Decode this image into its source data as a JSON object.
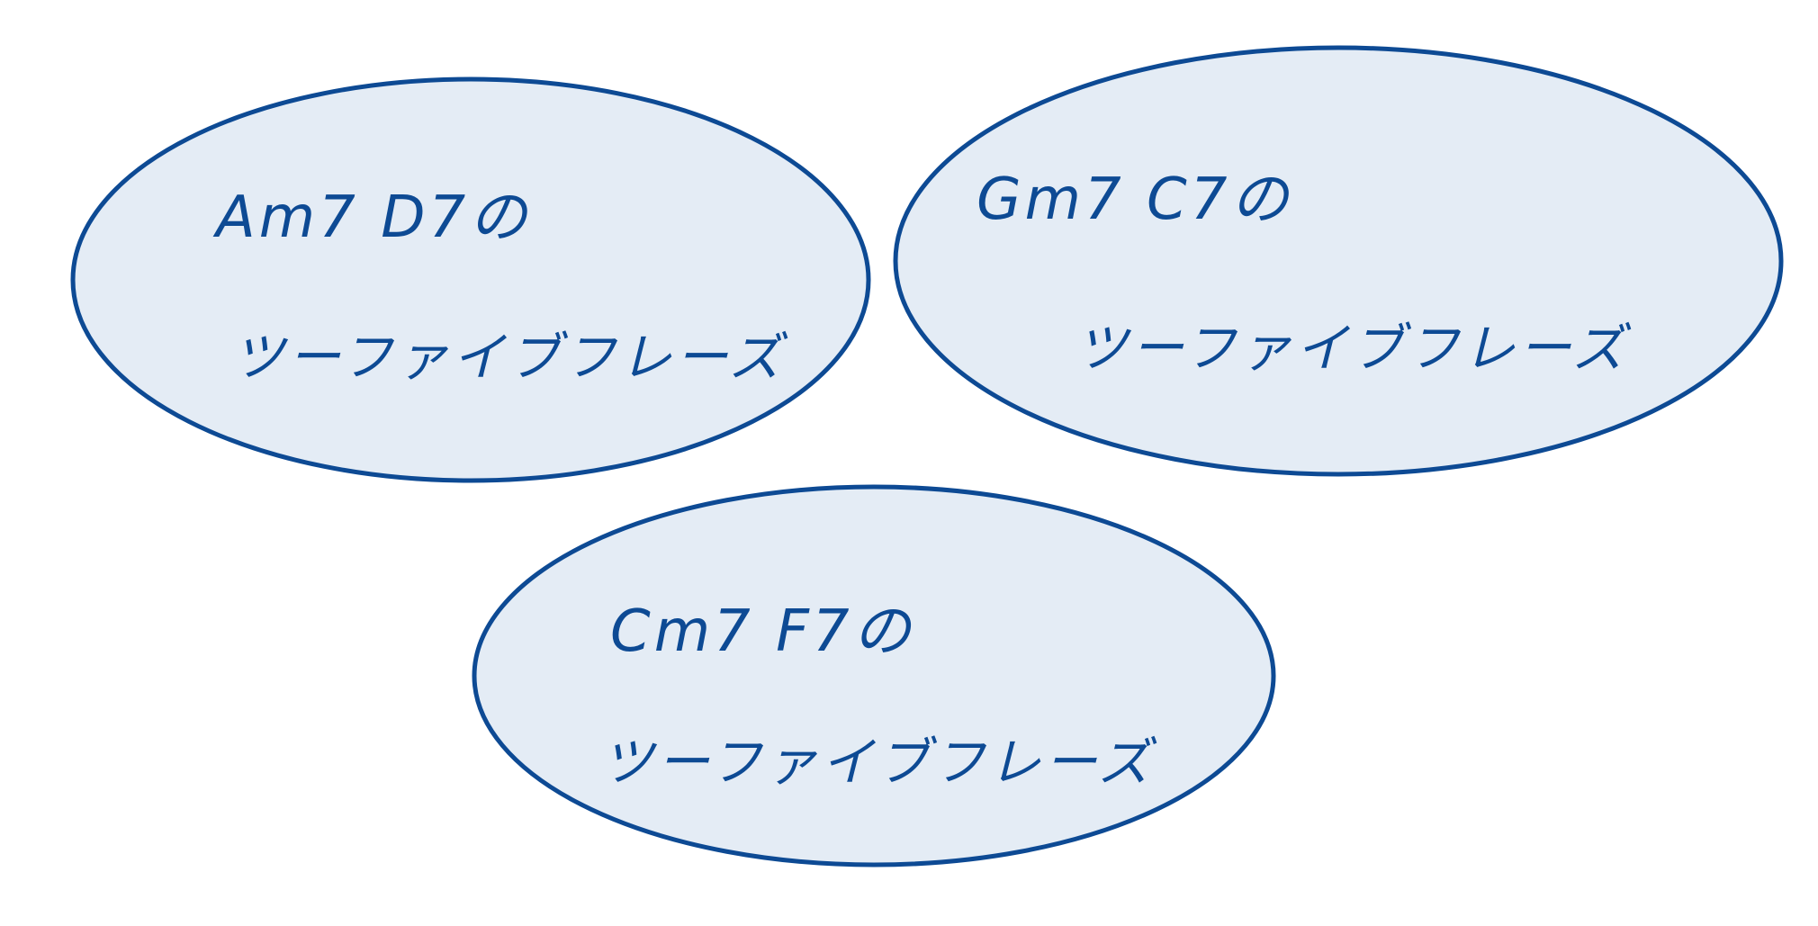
{
  "colors": {
    "stroke": "#0d4a94",
    "fill": "#e4ecf5",
    "background": "#ffffff"
  },
  "bubbles": [
    {
      "chords": "Am7 D7の",
      "phrase": "ツーファイブフレーズ"
    },
    {
      "chords": "Gm7  C7の",
      "phrase": "ツーファイブフレーズ"
    },
    {
      "chords": "Cm7 F7の",
      "phrase": "ツーファイブフレーズ"
    }
  ]
}
